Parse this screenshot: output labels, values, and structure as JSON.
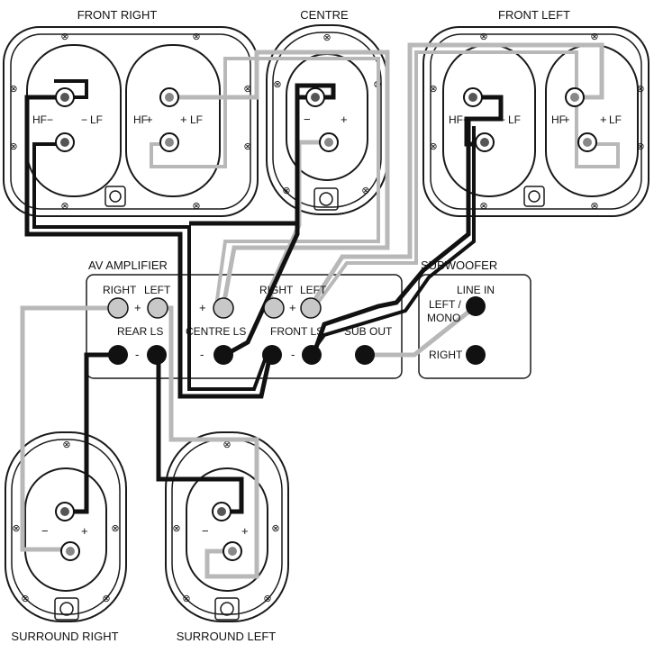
{
  "speakers": {
    "front_right": {
      "title": "FRONT RIGHT",
      "left_pair": {
        "hf": "HF",
        "minus": "−",
        "lf": "LF"
      },
      "right_pair": {
        "hf": "HF",
        "plus": "+",
        "lf": "LF"
      }
    },
    "centre": {
      "title": "CENTRE",
      "minus": "−",
      "plus": "+"
    },
    "front_left": {
      "title": "FRONT LEFT",
      "left_pair": {
        "hf": "HF",
        "minus": "−",
        "lf": "LF"
      },
      "right_pair": {
        "hf": "HF",
        "plus": "+",
        "lf": "LF"
      }
    },
    "surround_right": {
      "title": "SURROUND RIGHT",
      "minus": "−",
      "plus": "+"
    },
    "surround_left": {
      "title": "SURROUND LEFT",
      "minus": "−",
      "plus": "+"
    }
  },
  "amplifier": {
    "title": "AV AMPLIFIER",
    "right": "RIGHT",
    "left": "LEFT",
    "right2": "RIGHT",
    "left2": "LEFT",
    "plus": "+",
    "minus": "-",
    "rear_ls": "REAR LS",
    "centre_ls": "CENTRE LS",
    "front_ls": "FRONT LS",
    "sub_out": "SUB OUT"
  },
  "subwoofer": {
    "title": "SUBWOOFER",
    "line_in": "LINE IN",
    "left_mono_1": "LEFT /",
    "left_mono_2": "MONO",
    "right": "RIGHT"
  },
  "colors": {
    "black_cable": "#111111",
    "grey_cable": "#b8b8b8",
    "outline": "#1a1a1a"
  }
}
